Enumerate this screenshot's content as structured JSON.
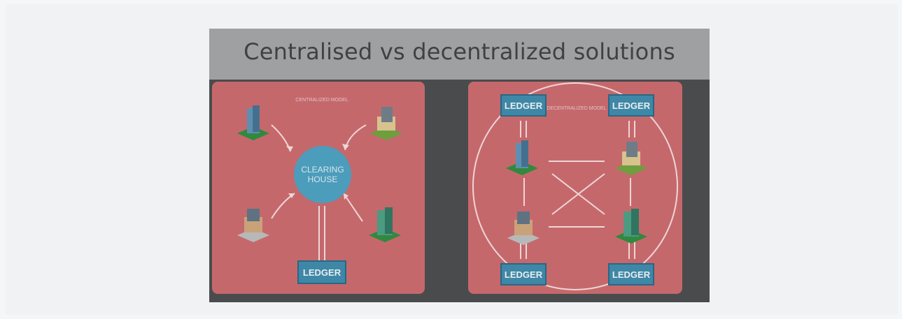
{
  "slide": {
    "title": "Centralised vs decentralized solutions"
  },
  "centralized": {
    "caption": "CENTRALIZED MODEL",
    "hub_label": "CLEARING HOUSE",
    "ledger_label": "LEDGER"
  },
  "decentralized": {
    "caption": "DECENTRALIZED MODEL",
    "ledger_labels": [
      "LEDGER",
      "LEDGER",
      "LEDGER",
      "LEDGER"
    ]
  },
  "colors": {
    "panel": "#c5686c",
    "ledger": "#3f87a6",
    "hub": "#4c9cbb",
    "arrows": "#efd6d6"
  },
  "icons": [
    "office-building-icon",
    "house-icon",
    "apartment-icon"
  ]
}
